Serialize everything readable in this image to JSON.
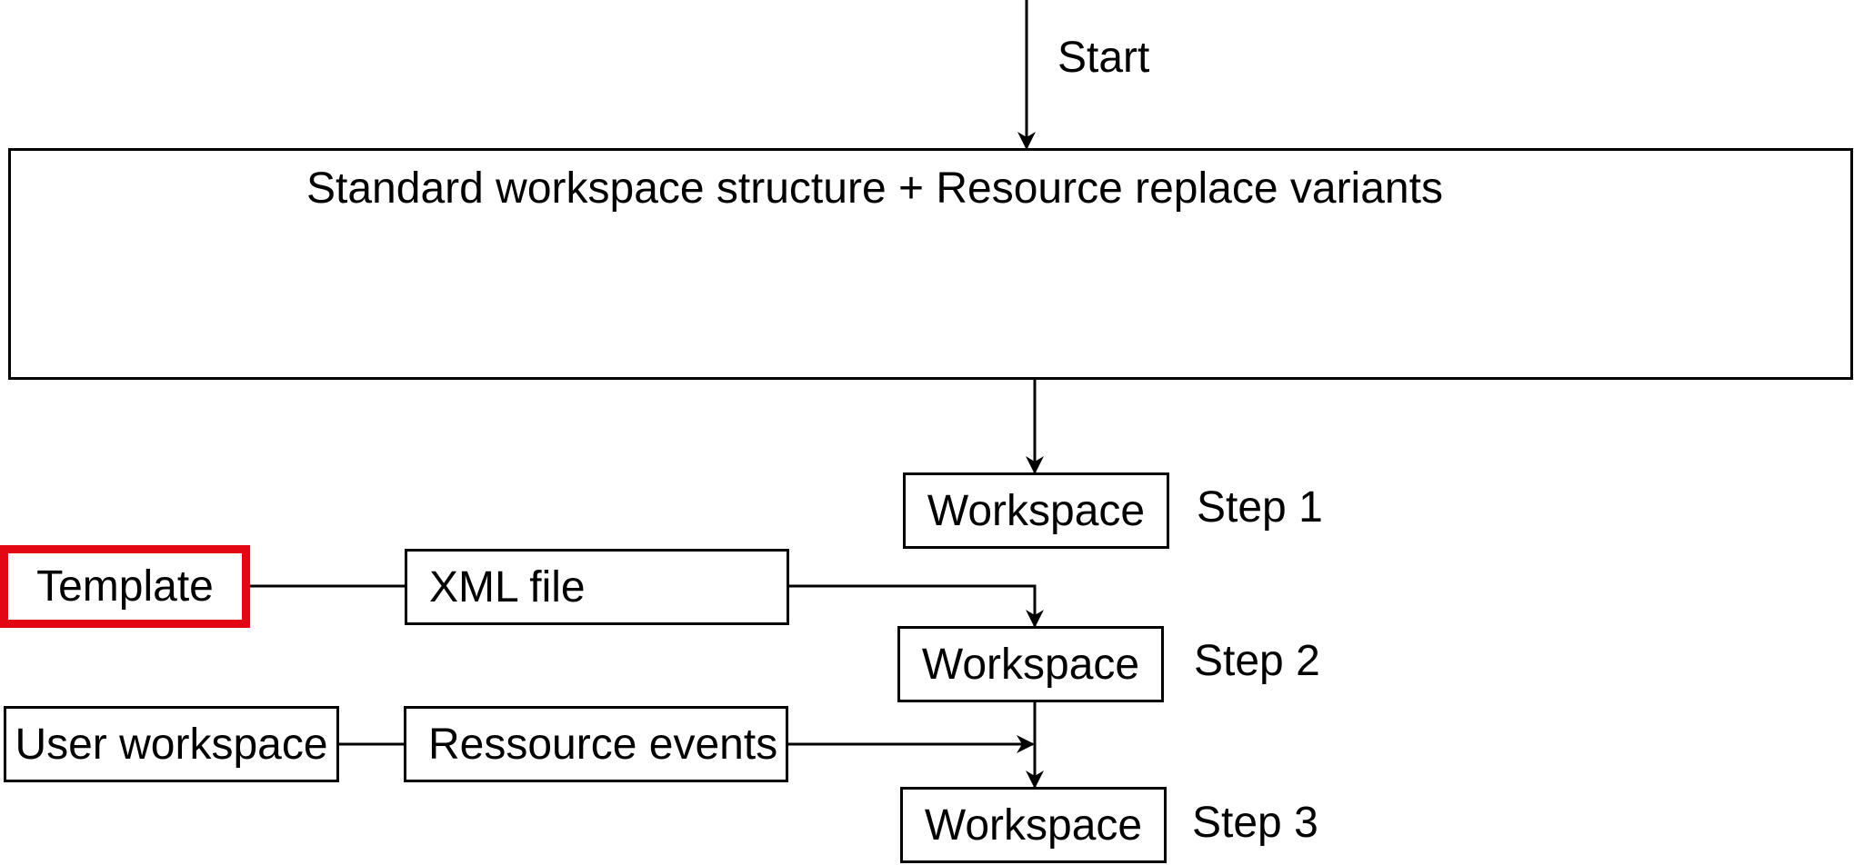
{
  "diagram": {
    "start_label": "Start",
    "main_box": "Standard workspace structure + Resource replace variants",
    "workspace_box_1": "Workspace",
    "workspace_box_2": "Workspace",
    "workspace_box_3": "Workspace",
    "step_1": "Step 1",
    "step_2": "Step 2",
    "step_3": "Step 3",
    "template_box": "Template",
    "xml_file_box": "XML file",
    "user_workspace_box": "User workspace",
    "resource_events_box": "Ressource events",
    "highlight_color": "#e30613",
    "line_color": "#000000"
  }
}
